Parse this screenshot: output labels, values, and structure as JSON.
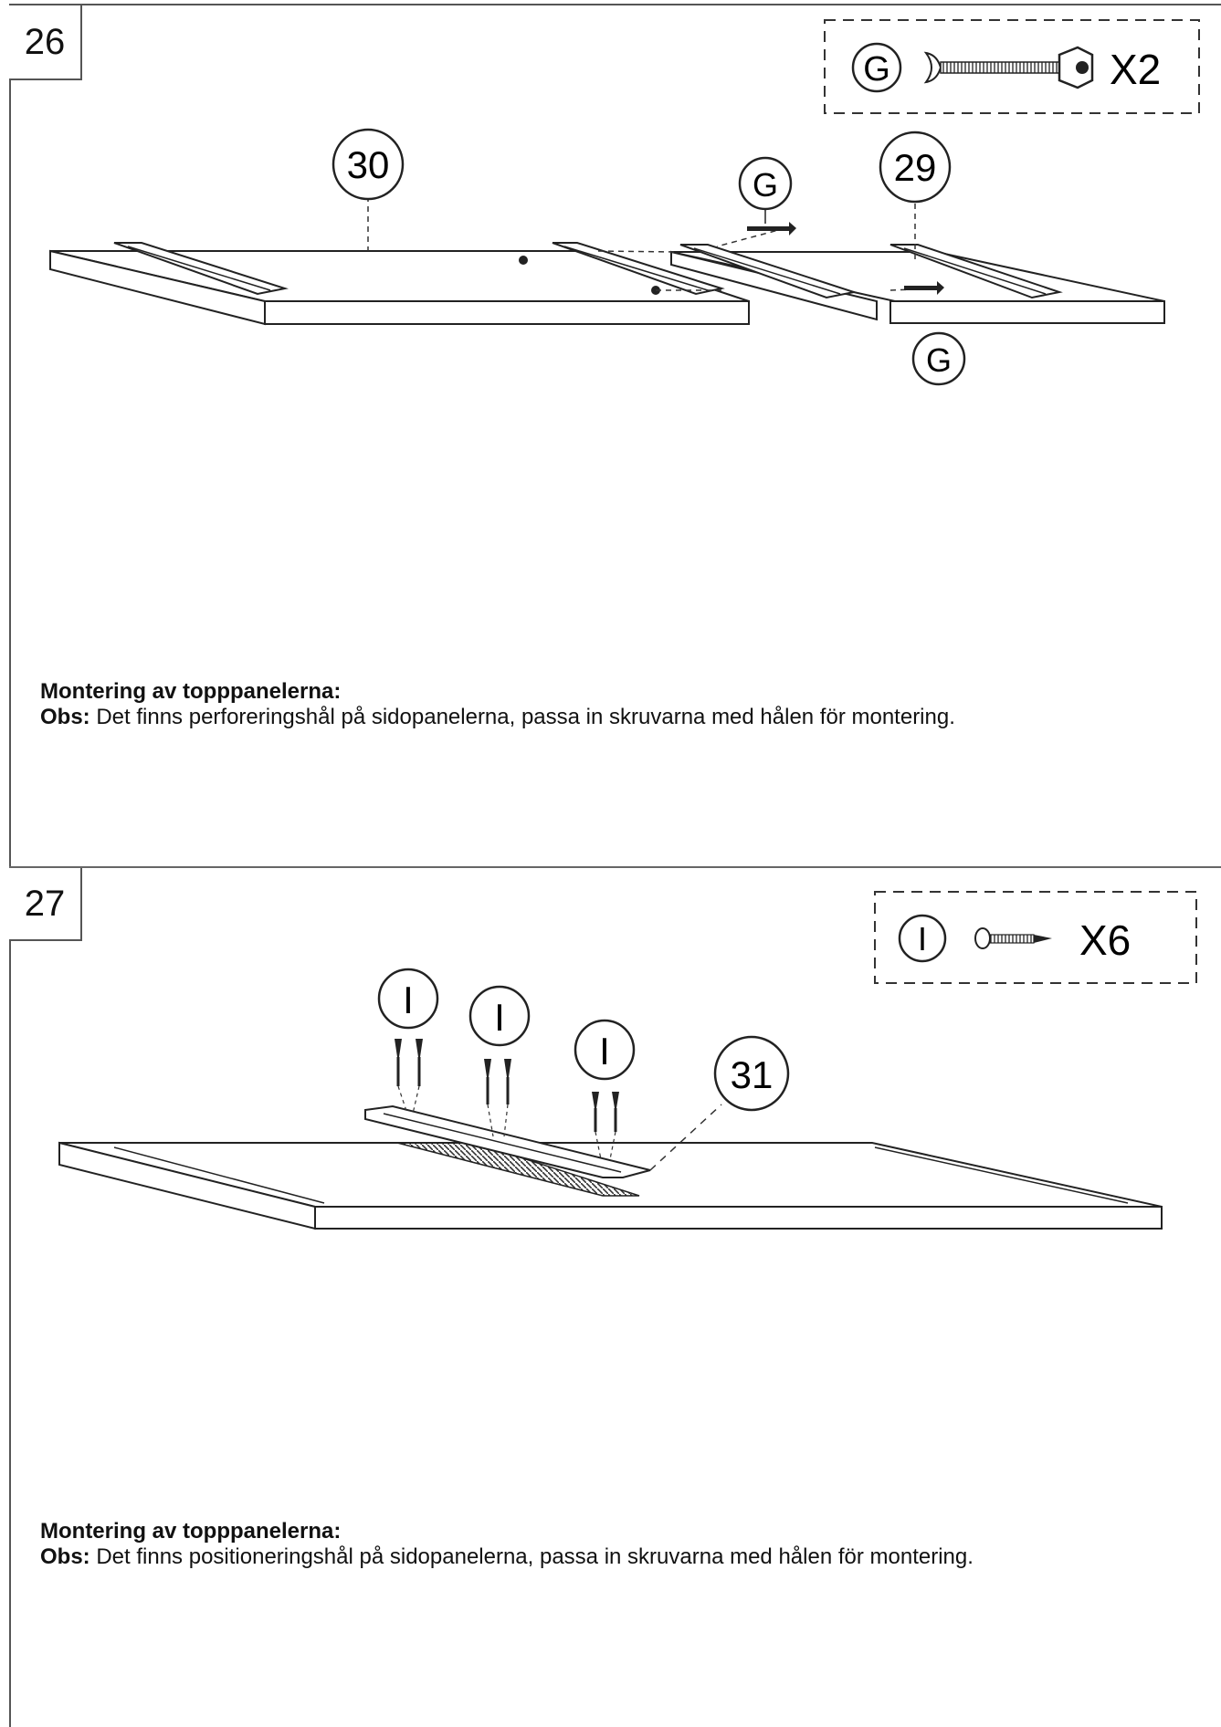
{
  "steps": [
    {
      "number": "26",
      "hardware": {
        "letter": "G",
        "quantity": "X2"
      },
      "callouts": {
        "part_a": "30",
        "part_b": "29",
        "screw_top": "G",
        "screw_bottom": "G"
      },
      "instruction": {
        "title": "Montering av  topppanelerna:",
        "obs_label": "Obs:",
        "obs_text": " Det finns perforeringshål på sidopanelerna, passa in skruvarna med hålen för montering."
      }
    },
    {
      "number": "27",
      "hardware": {
        "letter": "I",
        "quantity": "X6"
      },
      "callouts": {
        "screw_1": "I",
        "screw_2": "I",
        "screw_3": "I",
        "part": "31"
      },
      "instruction": {
        "title": "Montering av  topppanelerna:",
        "obs_label": "Obs:",
        "obs_text": " Det finns positioneringshål på sidopanelerna, passa in skruvarna med hålen för montering."
      }
    }
  ]
}
